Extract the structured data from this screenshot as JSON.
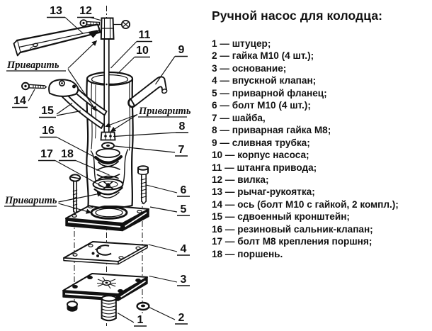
{
  "title": "Ручной насос для колодца:",
  "parts": [
    {
      "text": "1 — штуцер;"
    },
    {
      "text": "2 — гайка М10 (4 шт.);"
    },
    {
      "text": "3 — основание;"
    },
    {
      "text": "4 — впускной клапан;"
    },
    {
      "text": "5 — приварной фланец;"
    },
    {
      "text": "6 — болт М10 (4 шт.);"
    },
    {
      "text": "7 — шайба,"
    },
    {
      "text": "8 — приварная гайка М8;"
    },
    {
      "text": "9 — сливная трубка;"
    },
    {
      "text": "10 — корпус насоса;"
    },
    {
      "text": "11 — штанга привода;"
    },
    {
      "text": "12 — вилка;"
    },
    {
      "text": "13 — рычаг-рукоятка;"
    },
    {
      "text": "14 — ось (болт М10 с гайкой, 2 компл.);"
    },
    {
      "text": "15 — сдвоенный кронштейн;"
    },
    {
      "text": "16 — резиновый сальник-клапан;"
    },
    {
      "text": "17 — болт М8 крепления поршня;"
    },
    {
      "text": "18 — поршень."
    }
  ],
  "diagram": {
    "weld_label": "Приварить",
    "callouts": {
      "1": "1",
      "2": "2",
      "3": "3",
      "4": "4",
      "5": "5",
      "6": "6",
      "7": "7",
      "8": "8",
      "9": "9",
      "10": "10",
      "11": "11",
      "12": "12",
      "13": "13",
      "14": "14",
      "15": "15",
      "16": "16",
      "17": "17",
      "18": "18"
    }
  },
  "colors": {
    "ink": "#111111",
    "background": "#ffffff"
  }
}
